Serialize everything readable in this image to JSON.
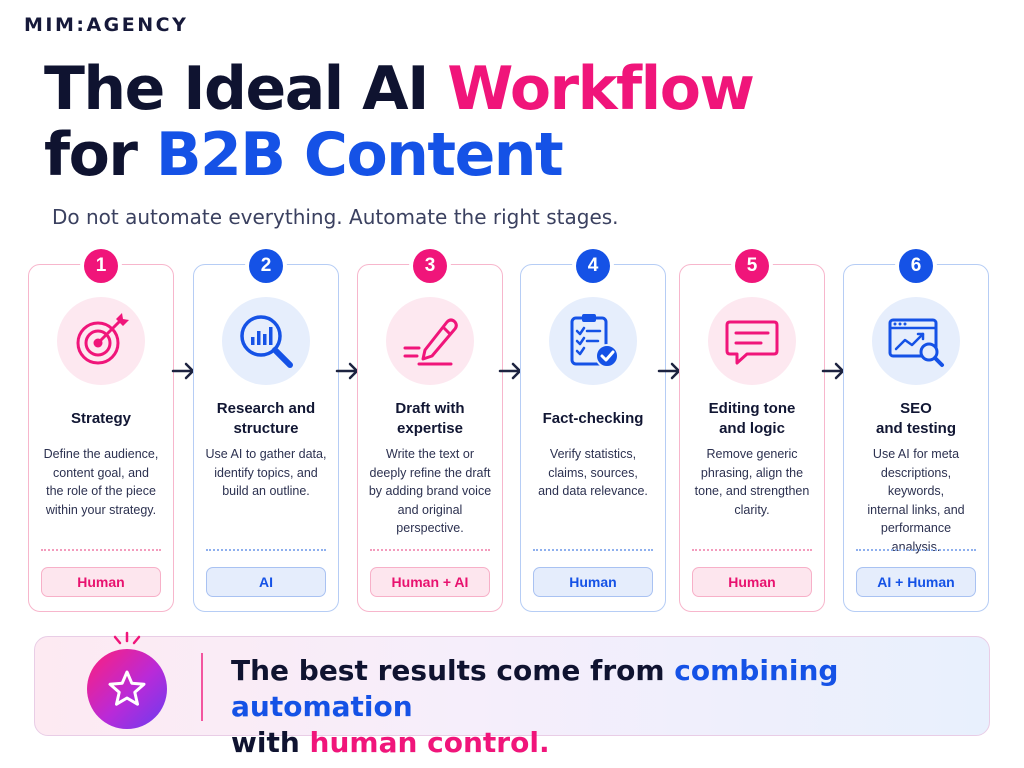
{
  "brand": {
    "logo_text": "MIM:AGENCY"
  },
  "title": {
    "line1_part1": "The Ideal AI ",
    "line1_highlight": "Workflow",
    "line2_part1": "for ",
    "line2_highlight": "B2B Content"
  },
  "subtitle": "Do not automate everything. Automate the right stages.",
  "colors": {
    "pink": "#f0157a",
    "blue": "#1552e6",
    "dark": "#0f1330"
  },
  "steps": [
    {
      "number": "1",
      "title": "Strategy",
      "description": "Define the audience,\ncontent goal, and\nthe role of the piece\nwithin your strategy.",
      "tag": "Human",
      "theme": "pink",
      "icon": "target-icon"
    },
    {
      "number": "2",
      "title": "Research and\nstructure",
      "description": "Use AI to gather data,\nidentify topics, and\nbuild an outline.",
      "tag": "AI",
      "theme": "blue",
      "icon": "magnifier-chart-icon"
    },
    {
      "number": "3",
      "title": "Draft with\nexpertise",
      "description": "Write the text or\ndeeply refine the draft\nby adding brand voice\nand original\nperspective.",
      "tag": "Human + AI",
      "theme": "pink",
      "icon": "pen-icon"
    },
    {
      "number": "4",
      "title": "Fact-checking",
      "description": "Verify statistics,\nclaims, sources,\nand data relevance.",
      "tag": "Human",
      "theme": "blue",
      "icon": "checklist-icon"
    },
    {
      "number": "5",
      "title": "Editing tone\nand logic",
      "description": "Remove generic\nphrasing, align the\ntone, and strengthen\nclarity.",
      "tag": "Human",
      "theme": "pink",
      "icon": "chat-bubble-icon"
    },
    {
      "number": "6",
      "title": "SEO\nand testing",
      "description": "Use AI for meta\ndescriptions, keywords,\ninternal links, and\nperformance\nanalysis.",
      "tag": "AI + Human",
      "theme": "blue",
      "icon": "browser-analytics-icon"
    }
  ],
  "banner": {
    "part1": "The best results come from ",
    "highlight_blue": "combining automation",
    "part2": "with ",
    "highlight_pink": "human control.",
    "icon": "star-icon"
  }
}
